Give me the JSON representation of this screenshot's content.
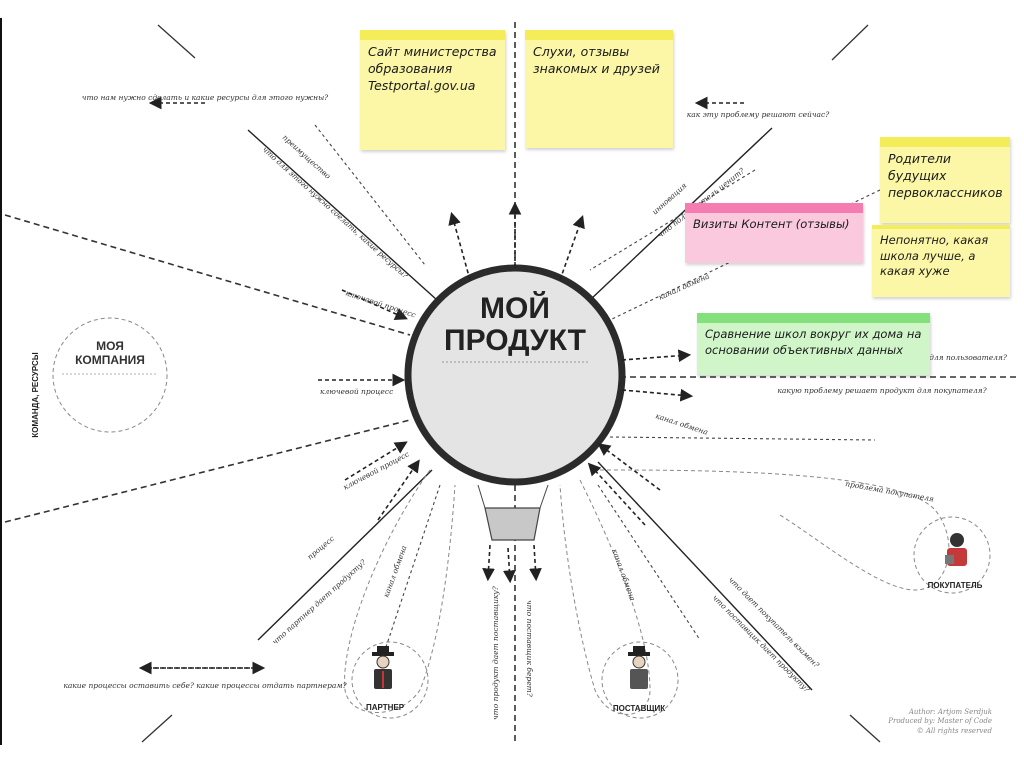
{
  "hub": {
    "title_line1": "МОЙ",
    "title_line2": "ПРОДУКТ"
  },
  "company": {
    "title_line1": "МОЯ",
    "title_line2": "КОМПАНИЯ",
    "side_label": "КОМАНДА, РЕСУРСЫ"
  },
  "actors": {
    "buyer": "ПОКУПАТЕЛЬ",
    "partner": "ПАРТНЕР",
    "supplier": "ПОСТАВЩИК"
  },
  "notes": {
    "ministry": "Сайт министерства образования Testportal.gov.ua",
    "rumors": "Слухи, отзывы знакомых и друзей",
    "parents": "Родители будущих первоклассников",
    "unclear": "Непонятно, какая школа лучше, а какая хуже",
    "visits": "Визиты Контент (отзывы)",
    "compare": "Сравнение школ вокруг их дома на основании объективных данных"
  },
  "labels": {
    "q_resources": "что нам нужно сделать и какие ресурсы для этого нужны?",
    "q_problem_now": "как эту проблему решают сейчас?",
    "q_for_user": "для пользователя?",
    "q_problem_buyer": "какую проблему решает продукт для покупателя?",
    "q_keep_processes": "какие процессы оставить себе? какие процессы отдать партнерам?",
    "advantages": "преимущество",
    "what_to_do": "что для этого нужно сделать, какие ресурсы?",
    "key_process_1": "ключевой процесс",
    "key_process_2": "ключевой процесс",
    "key_process_3": "ключевой процесс",
    "innovation": "инновация",
    "user_value": "что пользователь ценит?",
    "exchange_channel_1": "канал обмена",
    "exchange_channel_2": "канал обмена",
    "exchange_channel_3": "канал обмена",
    "exchange_channel_4": "канал обмена",
    "buyer_problem": "проблема покупателя",
    "buyer_value": "что дает покупатель взамен?",
    "supplier_gives": "что поставщик дает продукту?",
    "process": "процесс",
    "partner_gives": "что партнер дает продукту?",
    "product_gives_supplier": "что продукт дает поставщику?",
    "supplier_takes": "что поставщик берет?"
  },
  "credits": {
    "author": "Author: Artjom Serdjuk",
    "produced": "Produced by: Master of Code",
    "rights": "© All rights reserved"
  }
}
